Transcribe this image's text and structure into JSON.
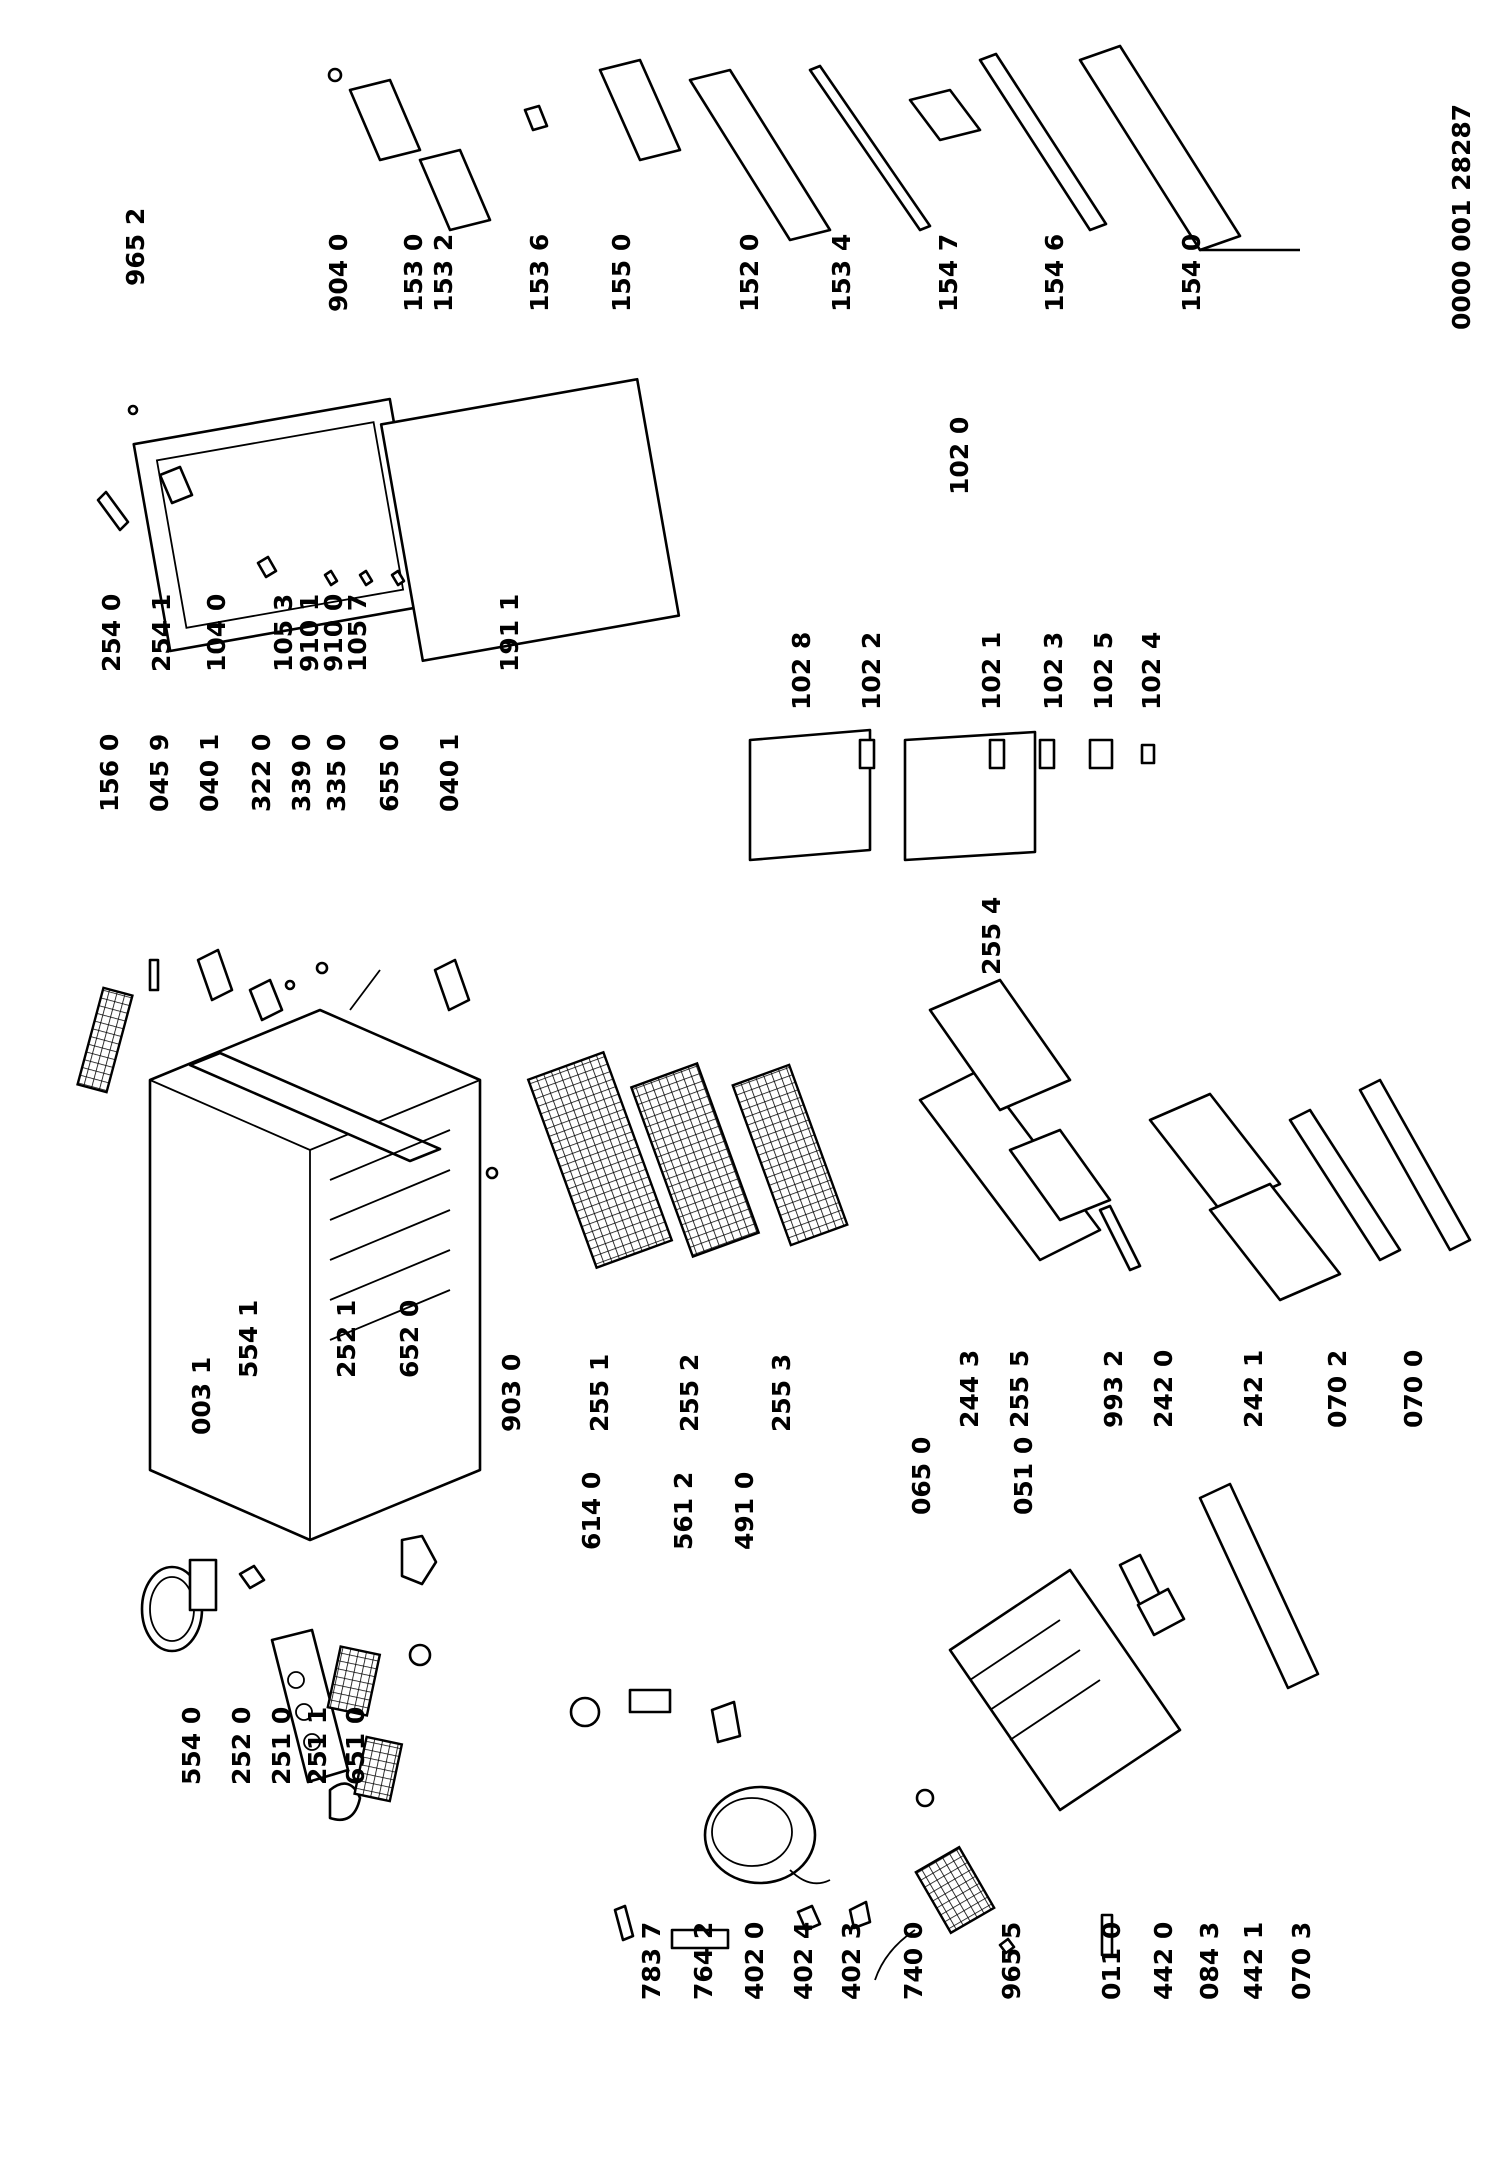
{
  "document_code": "0000 001 28287",
  "labels": [
    "554 0",
    "252 0",
    "251 0",
    "251 1",
    "651 0",
    "554 1",
    "252 1",
    "652 0",
    "783 7",
    "764 2",
    "402 0",
    "402 4",
    "402 3",
    "740 0",
    "965 5",
    "011 0",
    "442 0",
    "084 3",
    "442 1",
    "070 3",
    "614 0",
    "561 2",
    "491 0",
    "065 0",
    "051 0",
    "003 1",
    "903 0",
    "255 1",
    "255 2",
    "255 3",
    "244 3",
    "255 5",
    "993 2",
    "242 0",
    "242 1",
    "070 2",
    "070 0",
    "156 0",
    "045 9",
    "040 1",
    "322 0",
    "339 0",
    "335 0",
    "655 0",
    "040 1",
    "255 4",
    "254 0",
    "254 1",
    "104 0",
    "105 3",
    "910 1",
    "910 0",
    "105 7",
    "191 1",
    "965 2",
    "102 8",
    "102 2",
    "102 1",
    "102 3",
    "102 5",
    "102 4",
    "102 0",
    "904 0",
    "153 0",
    "153 2",
    "153 6",
    "155 0",
    "152 0",
    "153 4",
    "154 7",
    "154 6",
    "154 0"
  ]
}
